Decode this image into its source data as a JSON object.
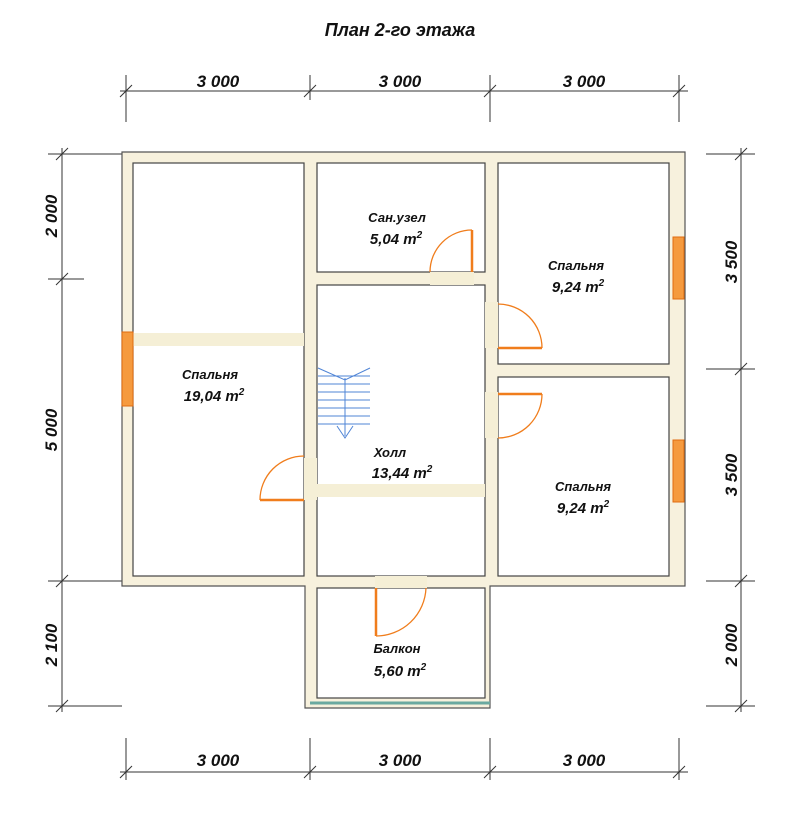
{
  "title": "План 2-го этажа",
  "dimensions": {
    "top": [
      "3 000",
      "3 000",
      "3 000"
    ],
    "bottom": [
      "3 000",
      "3 000",
      "3 000"
    ],
    "left": [
      "2 000",
      "5 000",
      "2 100"
    ],
    "right": [
      "3 500",
      "3 500",
      "2 000"
    ]
  },
  "rooms": {
    "bath": {
      "name": "Сан.узел",
      "area": "5,04 m",
      "unit_power": "2"
    },
    "bedroom_left": {
      "name": "Спальня",
      "area": "19,04 m",
      "unit_power": "2"
    },
    "bedroom_top_right": {
      "name": "Спальня",
      "area": "9,24 m",
      "unit_power": "2"
    },
    "bedroom_bottom_right": {
      "name": "Спальня",
      "area": "9,24 m",
      "unit_power": "2"
    },
    "hall": {
      "name": "Холл",
      "area": "13,44 m",
      "unit_power": "2"
    },
    "balcony": {
      "name": "Балкон",
      "area": "5,60 m",
      "unit_power": "2"
    }
  },
  "colors": {
    "wall_fill": "#f7f1dd",
    "door": "#f07d1c",
    "window": "#f59a3e",
    "balcony_rail": "#6aa9a0",
    "stair_icon": "#4f84d6"
  }
}
